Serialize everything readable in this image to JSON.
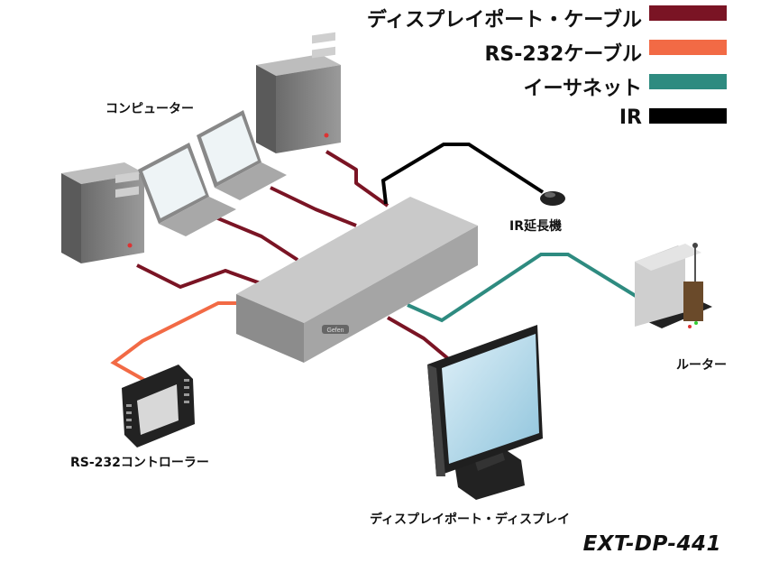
{
  "legend": [
    {
      "label": "ディスプレイポート・ケーブル",
      "color": "#7a1424"
    },
    {
      "label": "RS-232ケーブル",
      "color": "#f26a45"
    },
    {
      "label": "イーサネット",
      "color": "#2e8b80"
    },
    {
      "label": "IR",
      "color": "#000000"
    }
  ],
  "labels": {
    "computers": "コンピューター",
    "ir_extender": "IR延長機",
    "router": "ルーター",
    "rs232_controller": "RS-232コントローラー",
    "dp_display": "ディスプレイポート・ディスプレイ",
    "model": "EXT-DP-441",
    "brand_plate": "Gefen"
  }
}
